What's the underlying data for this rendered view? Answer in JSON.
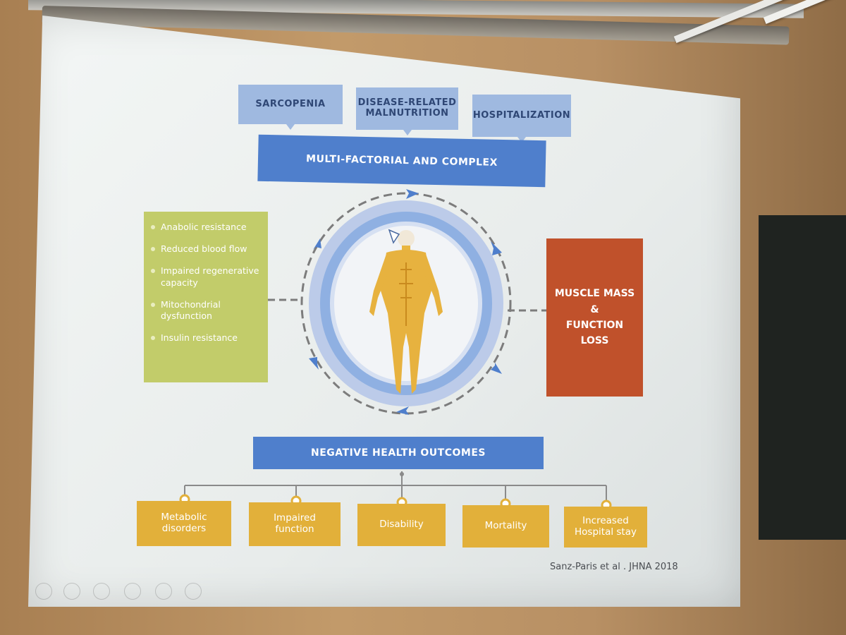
{
  "callouts": {
    "sarcopenia": "SARCOPENIA",
    "malnutrition_line1": "DISEASE-RELATED",
    "malnutrition_line2": "MALNUTRITION",
    "hospitalization": "HOSPITALIZATION"
  },
  "banner_top": "MULTI-FACTORIAL AND COMPLEX",
  "factors": [
    "Anabolic resistance",
    "Reduced blood flow",
    "Impaired regenerative capacity",
    "Mitochondrial dysfunction",
    "Insulin resistance"
  ],
  "loss": {
    "line1": "MUSCLE MASS",
    "line2": "&",
    "line3": "FUNCTION",
    "line4": "LOSS"
  },
  "banner_bottom": "NEGATIVE HEALTH OUTCOMES",
  "outcomes": [
    {
      "line1": "Metabolic",
      "line2": "disorders"
    },
    {
      "line1": "Impaired",
      "line2": "function"
    },
    {
      "line1": "Disability",
      "line2": ""
    },
    {
      "line1": "Mortality",
      "line2": ""
    },
    {
      "line1": "Increased",
      "line2": "Hospital stay"
    }
  ],
  "citation": "Sanz-Paris et al . JHNA 2018",
  "colors": {
    "callout_bg": "#9fb9e0",
    "banner_bg": "#4f7fcc",
    "factor_bg": "#c2cc6a",
    "loss_bg": "#c0512b",
    "outcome_bg": "#e2b03a"
  },
  "icons": [
    "body-figure",
    "arrow-cycle",
    "presentation-toolbar"
  ]
}
